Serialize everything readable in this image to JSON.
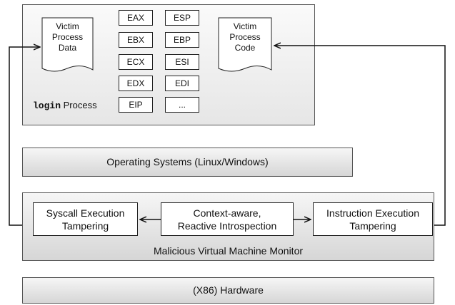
{
  "login_process": {
    "label_prefix": "login",
    "label_suffix": "Process",
    "victim_data": "Victim\nProcess\nData",
    "victim_code": "Victim\nProcess\nCode",
    "registers_col1": [
      "EAX",
      "EBX",
      "ECX",
      "EDX",
      "EIP"
    ],
    "registers_col2": [
      "ESP",
      "EBP",
      "ESI",
      "EDI",
      "..."
    ]
  },
  "os_layer": {
    "label": "Operating Systems (Linux/Windows)"
  },
  "vmm": {
    "label": "Malicious Virtual Machine Monitor",
    "syscall_box": "Syscall Execution\nTampering",
    "introspection_box": "Context-aware,\nReactive Introspection",
    "instruction_box": "Instruction Execution\nTampering"
  },
  "hardware": {
    "label": "(X86) Hardware"
  }
}
